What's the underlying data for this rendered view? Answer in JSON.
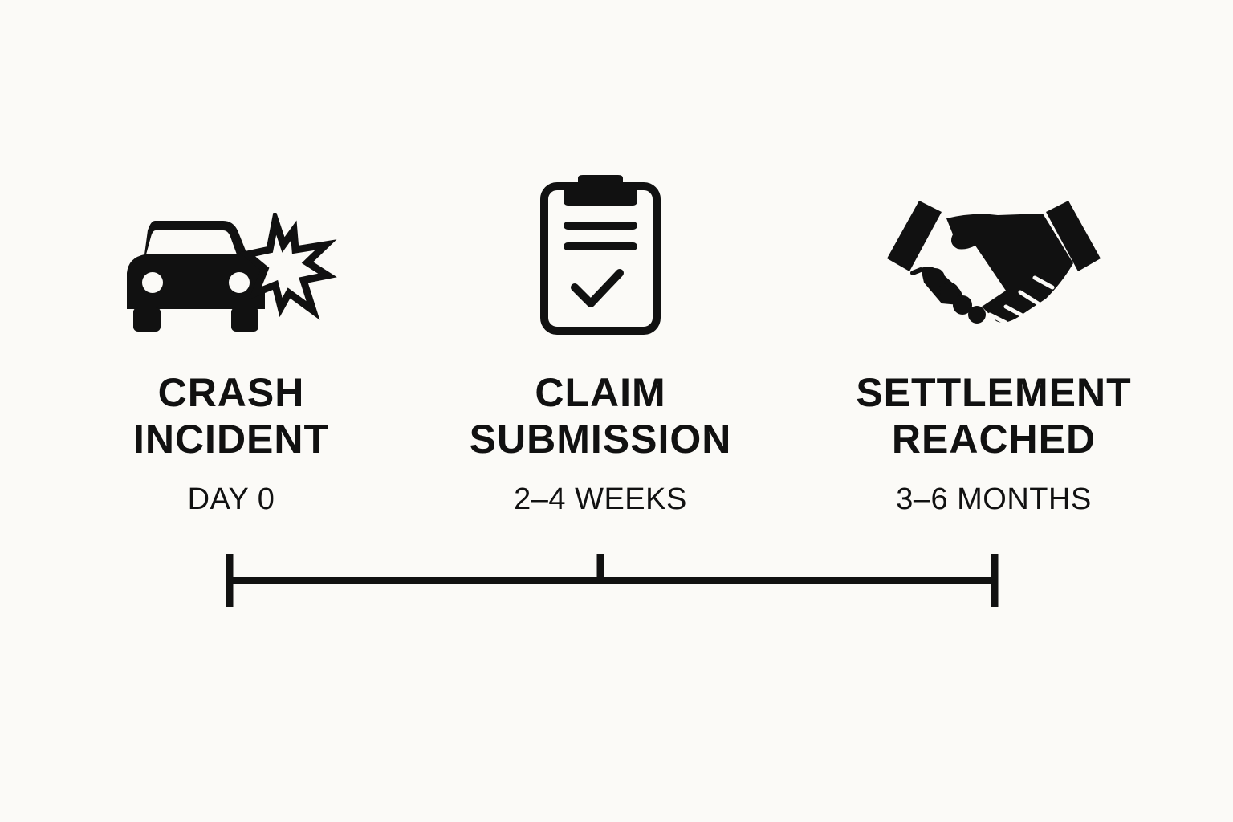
{
  "stages": [
    {
      "title": "CRASH\nINCIDENT",
      "duration": "DAY 0",
      "icon": "car-crash-icon"
    },
    {
      "title": "CLAIM\nSUBMISSION",
      "duration": "2–4 WEEKS",
      "icon": "clipboard-check-icon"
    },
    {
      "title": "SETTLEMENT\nREACHED",
      "duration": "3–6 MONTHS",
      "icon": "handshake-icon"
    }
  ],
  "colors": {
    "background": "#fbfaf7",
    "ink": "#111111"
  }
}
